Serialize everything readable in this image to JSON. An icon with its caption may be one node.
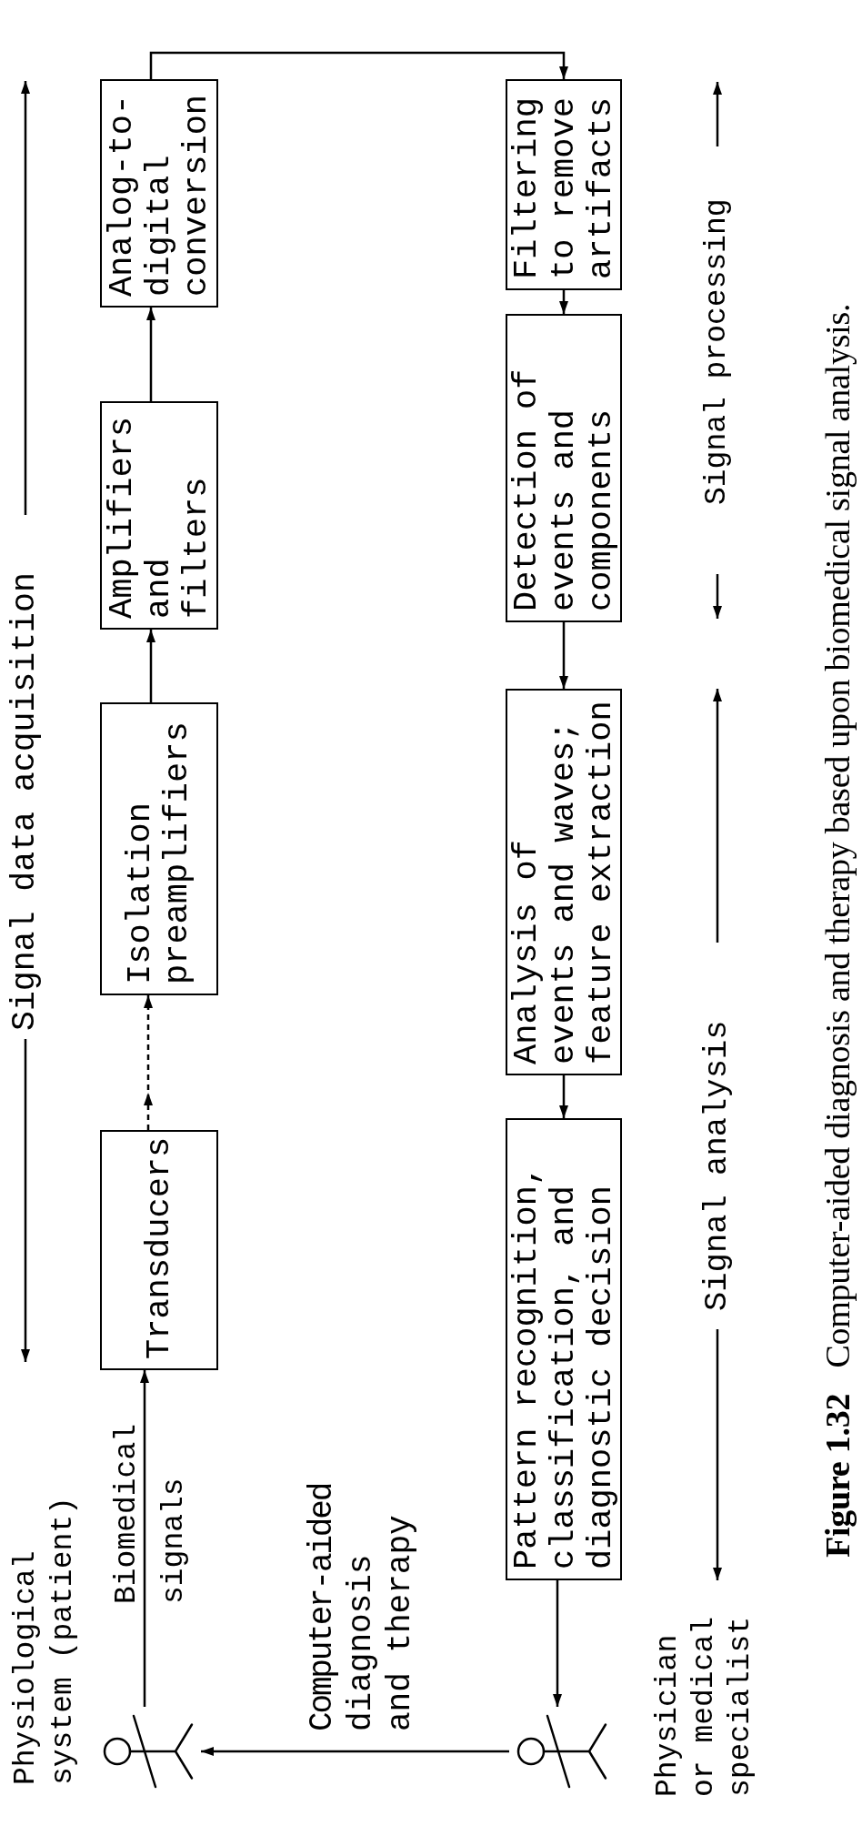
{
  "diagram": {
    "caption": "**Figure 1.32** Computer-aided diagnosis and therapy based upon biomedical signal analysis.",
    "nodes": [
      {
        "text": [],
        "shape": "person",
        "beside": [
          "Physiological system (patient)"
        ]
      },
      {
        "text": [
          "Transducers"
        ]
      },
      {
        "text": [
          "Isolation preamplifiers"
        ]
      },
      {
        "text": [
          "Amplifiers and filters"
        ]
      },
      {
        "text": [
          "Analog-to-digital conversion"
        ]
      },
      {
        "text": [
          "Filtering to remove artifacts"
        ]
      },
      {
        "text": [
          "Detection of events and components"
        ]
      },
      {
        "text": [
          "Analysis of events and waves; feature extraction"
        ]
      },
      {
        "text": [
          "Pattern recognition, classification, and diagnostic decision"
        ]
      },
      {
        "text": [],
        "shape": "person"
      }
    ],
    "edges": [
      {
        "from": 0,
        "to": 1,
        "arrow": "to",
        "label": "Biomedical signals"
      },
      {
        "from": 1,
        "to": 2,
        "arrow": "to",
        "style": "dashed"
      },
      {
        "from": 2,
        "to": 3,
        "arrow": "to"
      },
      {
        "from": 3,
        "to": 4,
        "arrow": "to"
      },
      {
        "from": 4,
        "to": 5,
        "arrow": "to"
      },
      {
        "from": 5,
        "to": 6,
        "arrow": "to"
      },
      {
        "from": 6,
        "to": 7,
        "arrow": "to"
      },
      {
        "from": 7,
        "to": 8,
        "arrow": "to"
      },
      {
        "from": 8,
        "to": 9,
        "arrow": "to"
      },
      {
        "from": 9,
        "to": 0,
        "arrow": "to",
        "label": "Computer-aided diagnosis and therapy"
      }
    ],
    "labels": [
      "Signal data acquisition",
      "Signal processing",
      "Signal analysis",
      "Physician or medical specialist"
    ]
  }
}
